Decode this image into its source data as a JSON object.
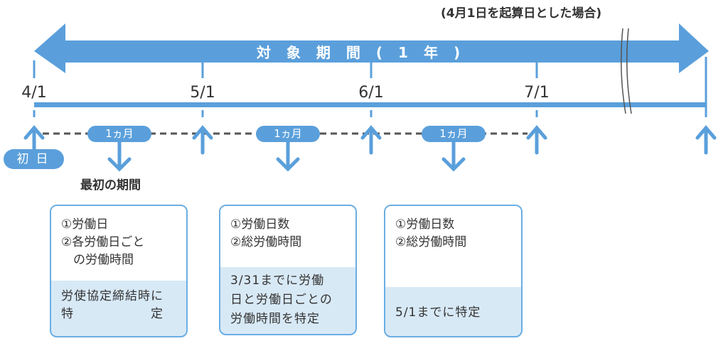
{
  "note": "(4月1日を起算日とした場合)",
  "title": "対象期間(1年)",
  "dates": [
    "4/1",
    "5/1",
    "6/1",
    "7/1"
  ],
  "pill_label": "1ヵ月",
  "first_day": "初日",
  "first_period": "最初の期間",
  "boxes": [
    {
      "top": [
        "①労働日",
        "②各労働日ごと",
        "　の労働時間"
      ],
      "bottom": [
        "労使協定締結時に",
        "特　　　　　　定"
      ]
    },
    {
      "top": [
        "①労働日数",
        "②総労働時間"
      ],
      "bottom": [
        "3/31までに労働",
        "日と労働日ごとの",
        "労働時間を特定"
      ]
    },
    {
      "top": [
        "①労働日数",
        "②総労働時間"
      ],
      "bottom": [
        "5/1までに特定"
      ]
    }
  ],
  "colors": {
    "accent": "#5a9fdb",
    "light": "#d8e9f6"
  }
}
